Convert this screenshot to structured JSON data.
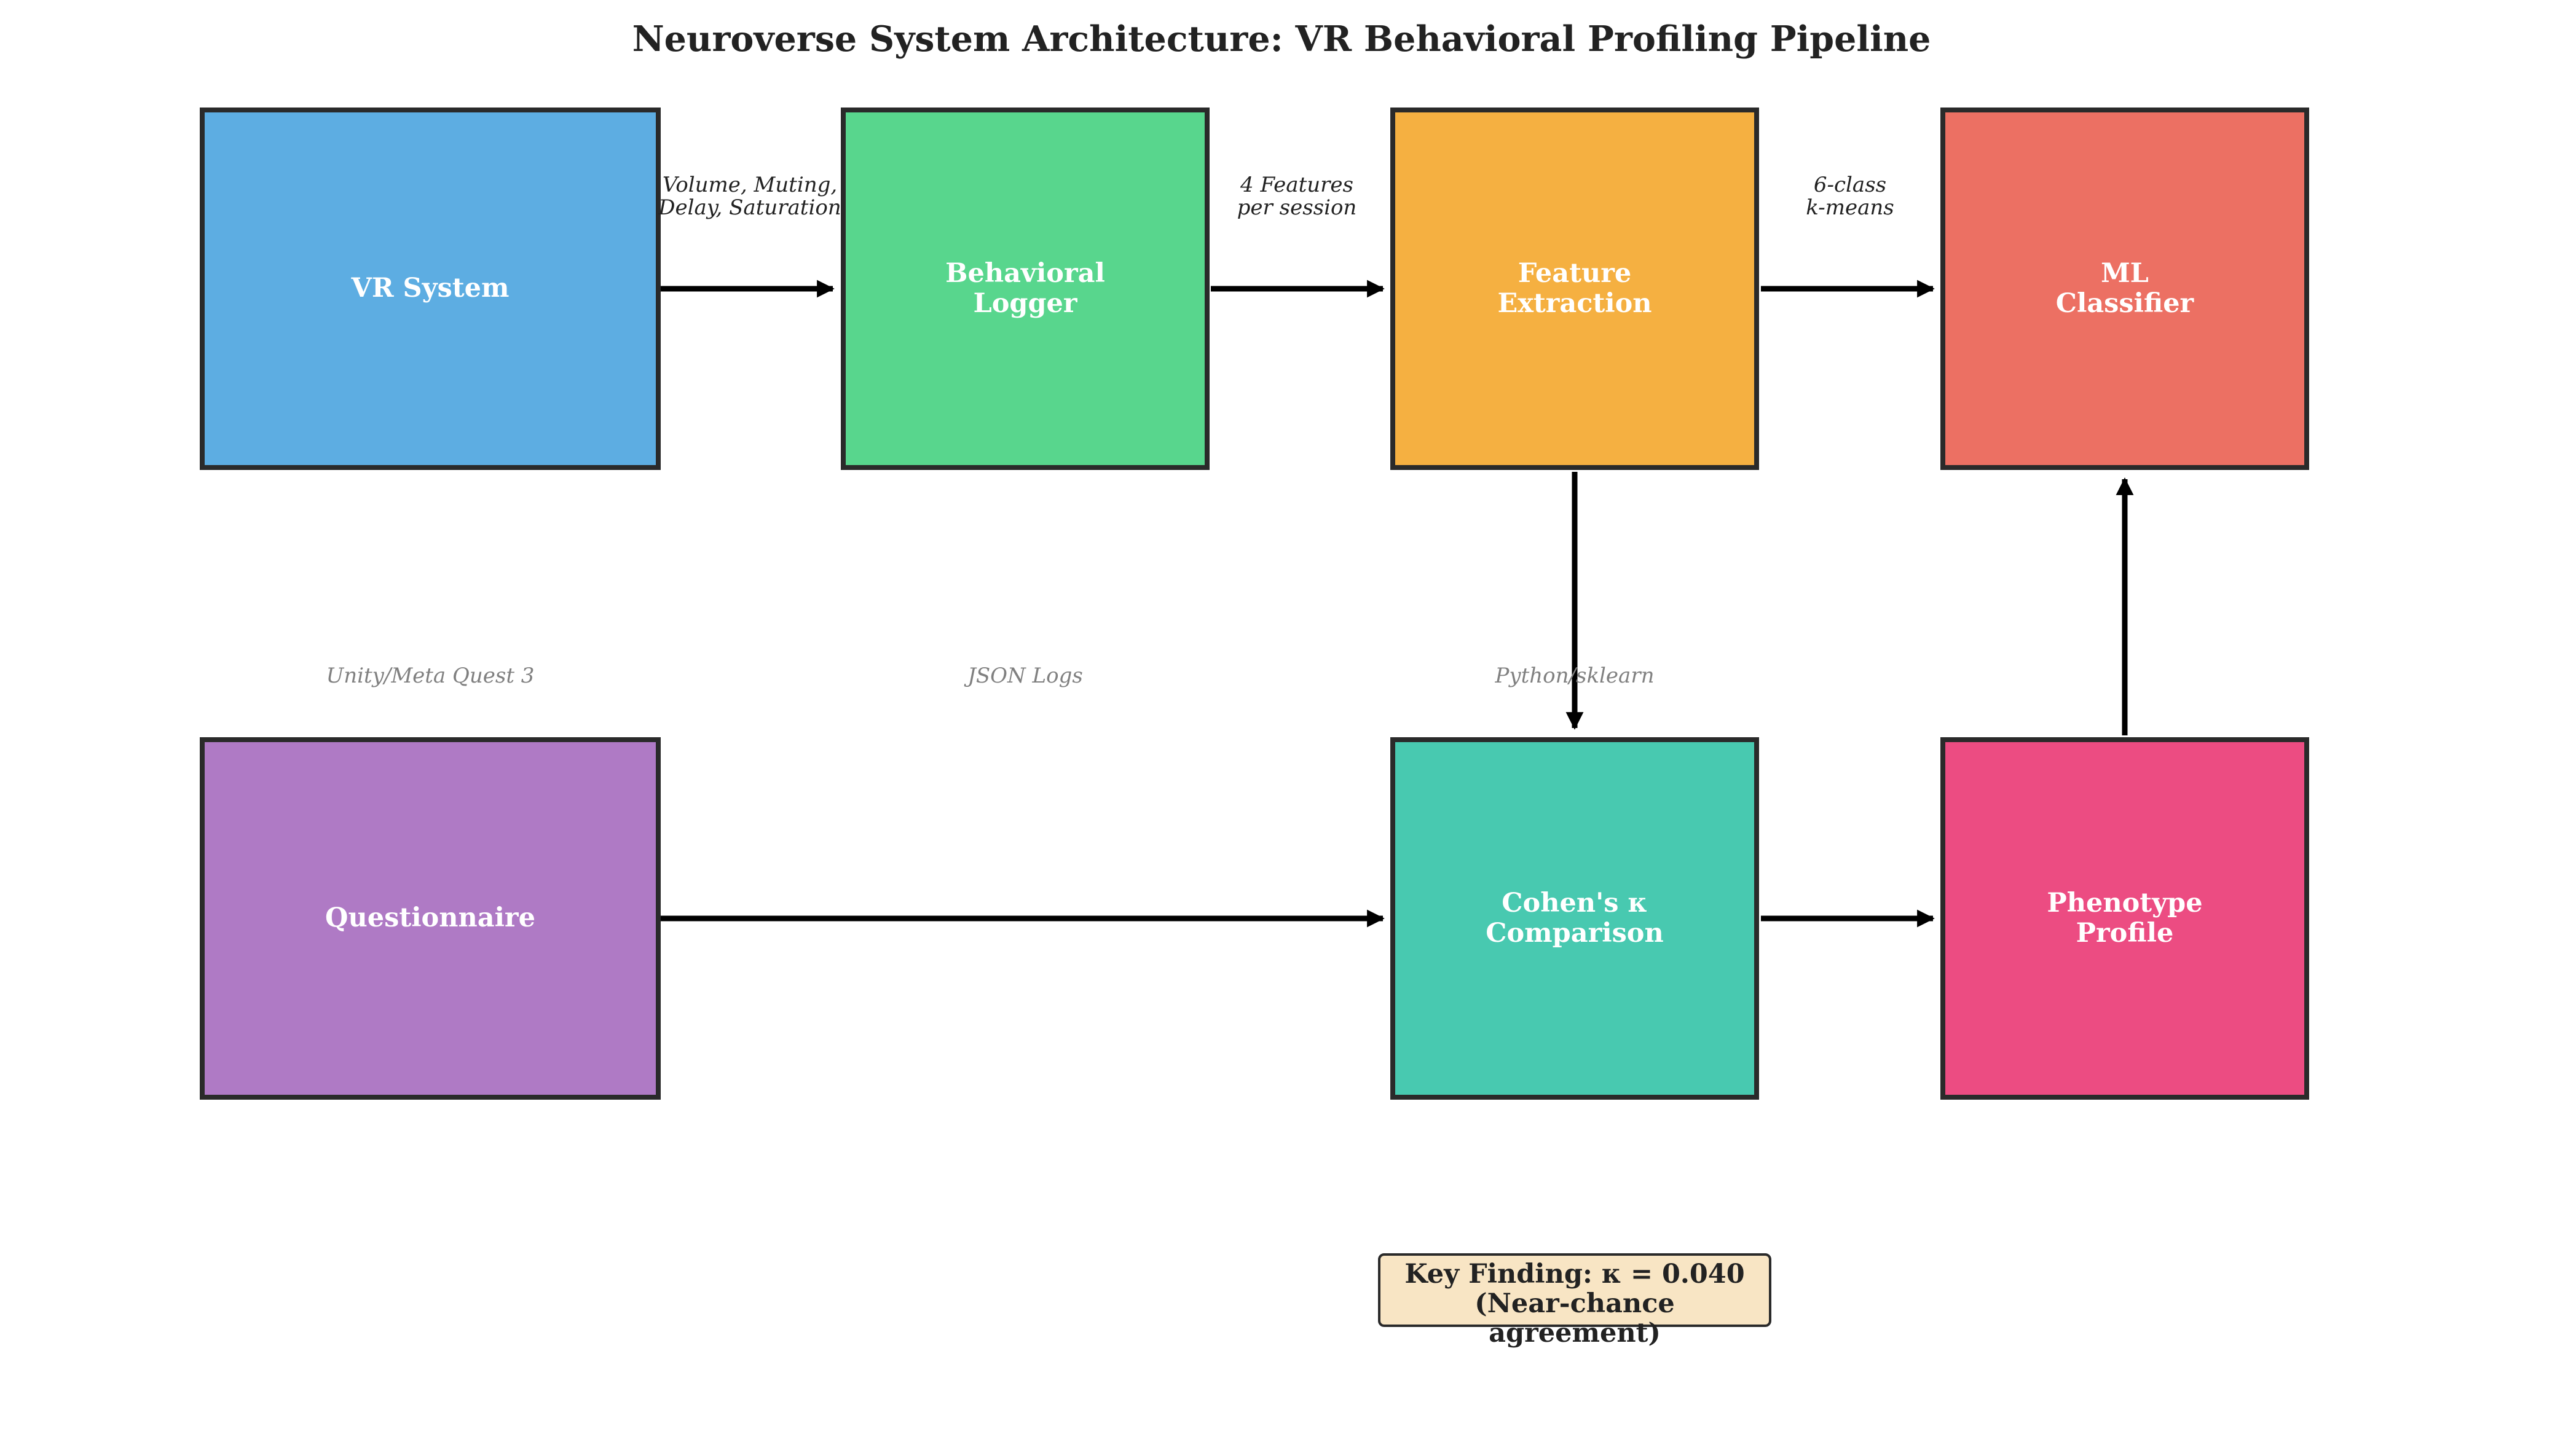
{
  "title": "Neuroverse System Architecture: VR Behavioral Profiling Pipeline",
  "nodes": {
    "vr_system": {
      "lines": [
        "VR System"
      ],
      "color": "#5dade2"
    },
    "behavioral_logger": {
      "lines": [
        "Behavioral",
        "Logger"
      ],
      "color": "#58d68d"
    },
    "feature_extraction": {
      "lines": [
        "Feature",
        "Extraction"
      ],
      "color": "#f5b041"
    },
    "ml_classifier": {
      "lines": [
        "ML",
        "Classifier"
      ],
      "color": "#ec7063"
    },
    "questionnaire": {
      "lines": [
        "Questionnaire"
      ],
      "color": "#af7ac5"
    },
    "cohens_comparison": {
      "lines": [
        "Cohen's κ",
        "Comparison"
      ],
      "color": "#48c9b0"
    },
    "phenotype_profile": {
      "lines": [
        "Phenotype",
        "Profile"
      ],
      "color": "#ec4c82"
    }
  },
  "edge_labels": {
    "vr_to_logger": [
      "Volume, Muting,",
      "Delay, Saturation"
    ],
    "logger_to_features": [
      "4 Features",
      "per session"
    ],
    "features_to_classifier": [
      "6-class",
      "k-means"
    ]
  },
  "tech_labels": {
    "vr_system": "Unity/Meta Quest 3",
    "behavioral_logger": "JSON Logs",
    "feature_extraction": "Python/sklearn"
  },
  "key_finding": {
    "lines": [
      "Key Finding: κ = 0.040",
      "(Near-chance agreement)"
    ],
    "background": "#f8e5c4"
  }
}
